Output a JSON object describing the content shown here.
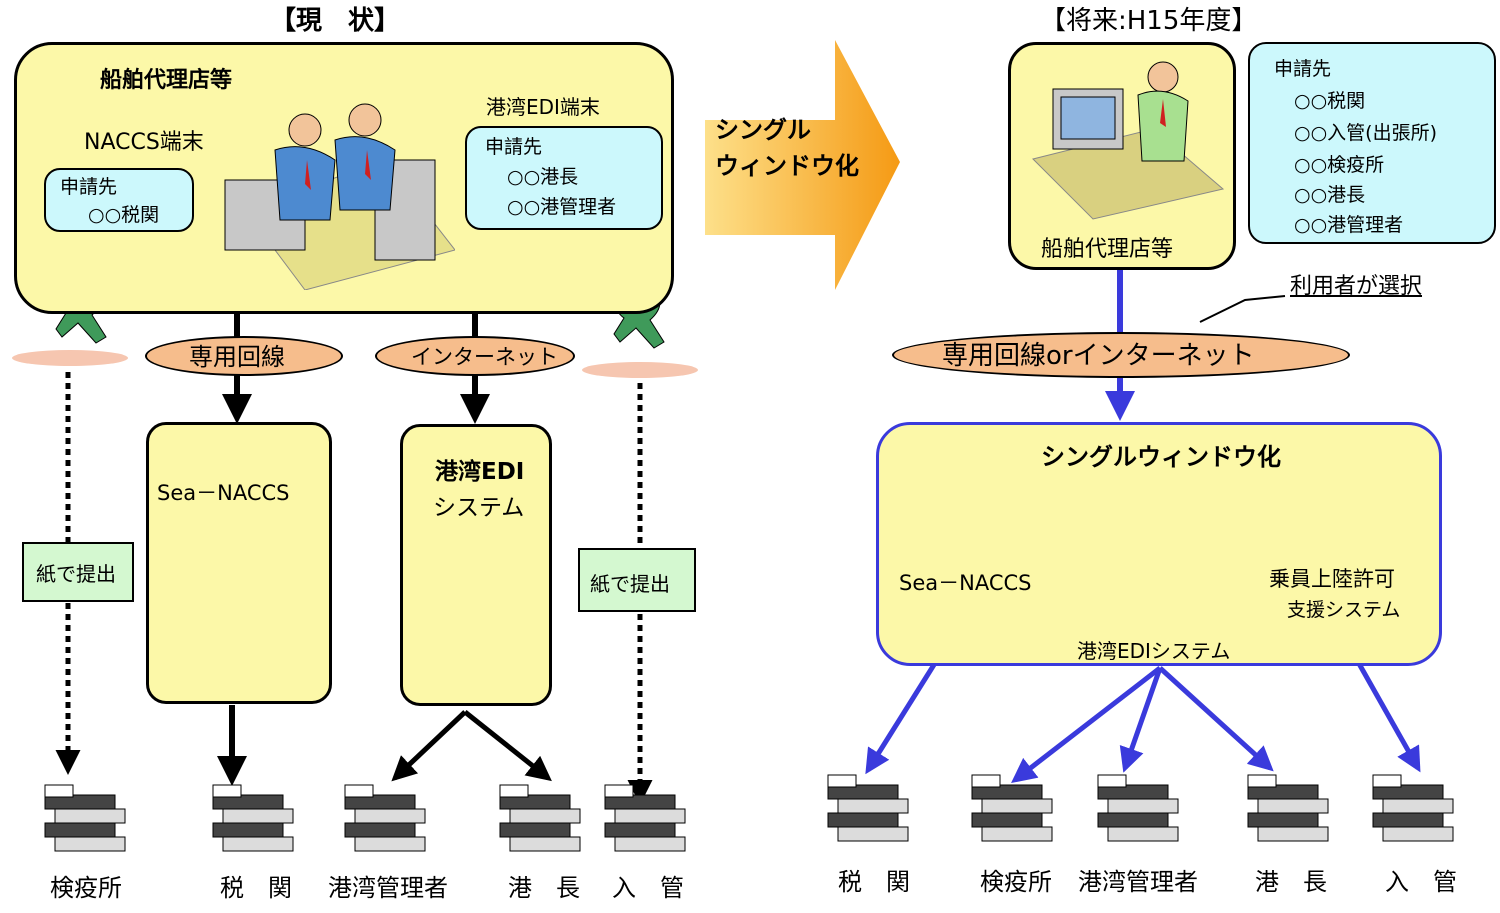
{
  "left": {
    "heading": "【現　状】",
    "agents_label": "船舶代理店等",
    "naccs_terminal": "NACCS端末",
    "edi_terminal": "港湾EDI端末",
    "apply_box_left": {
      "title": "申請先",
      "items": [
        "○○税関"
      ]
    },
    "apply_box_right": {
      "title": "申請先",
      "items": [
        "○○港長",
        "○○港管理者"
      ]
    },
    "line_dedicated": "専用回線",
    "line_internet": "インターネット",
    "system_naccs": "Sea－NACCS",
    "system_edi_1": "港湾EDI",
    "system_edi_2": "システム",
    "paper_left": "紙で提出",
    "paper_right": "紙で提出",
    "destinations": [
      "検疫所",
      "税　関",
      "港湾管理者",
      "港　長",
      "入　管"
    ]
  },
  "arrow_label_1": "シングル",
  "arrow_label_2": "ウィンドウ化",
  "right": {
    "heading": "【将来:H15年度】",
    "agents_label": "船舶代理店等",
    "apply_box": {
      "title": "申請先",
      "items": [
        "○○税関",
        "○○入管(出張所)",
        "○○検疫所",
        "○○港長",
        "○○港管理者"
      ]
    },
    "user_choice": "利用者が選択",
    "line_label": "専用回線orインターネット",
    "single_window": "シングルウィンドウ化",
    "sys_naccs": "Sea－NACCS",
    "sys_edi": "港湾EDIシステム",
    "sys_crew_1": "乗員上陸許可",
    "sys_crew_2": "支援システム",
    "destinations": [
      "税　関",
      "検疫所",
      "港湾管理者",
      "港　長",
      "入　管"
    ]
  },
  "colors": {
    "panel_yellow": "#fcf8a8",
    "apply_cyan": "#ccf8fc",
    "line_orange": "#f6bd8c",
    "paper_green": "#d4f8d0",
    "arrow_blue": "#3a3adc",
    "arrow_orange": "#f7a21d"
  }
}
